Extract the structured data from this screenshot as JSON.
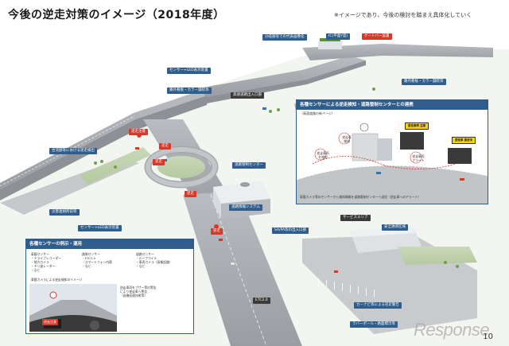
{
  "header": {
    "title": "今後の逆走対策のイメージ（2018年度）",
    "note": "※イメージであり、今後の検討を踏まえ具体化していく"
  },
  "labels": {
    "split_point": "分岐部等での代表画像化",
    "ic_entrance": "IC(平面Y型)",
    "gate_bar": "ゲートバー設置",
    "sensor_led_top": "センサー+LED表示装置",
    "lane_color": "路外看板・カラー舗装等",
    "lane_control": "高速道路出入口部",
    "lane_color2": "路内看板・カラー舗装等",
    "wrong_way_1": "逆走注意",
    "wrong_way_2": "逆走",
    "wrong_way_3": "逆走",
    "wrong_way_4": "逆走",
    "wrong_way_5": "逆走",
    "merge_warning": "合流部等における逆走検出",
    "road_center": "道路管制センター",
    "road_system": "道路情報システム",
    "sa_area": "SA/PA等の出入口部",
    "safety_area": "安全誘導区域",
    "led_sign": "サービスエリア",
    "etc": "ETC2.0",
    "car_navi": "カーナビ等による逆走警告",
    "parking_sign": "ラバーポール・路面標示等",
    "toll_sensor": "センサー+LED表示装置",
    "accident_area": "災害連絡所前等"
  },
  "panel_right": {
    "title": "各種センサーによる逆走検知・道路管制センターとの連携",
    "subtitle": "（高速道路の新ページ）",
    "note": "車載カメラ等のセンサーから検知情報を道路管制センターへ送信（逆走車へのアラート）",
    "sign1": "逆走車両\n注意",
    "sign2": "逆走車\n接近中",
    "sign3": "逆走注意",
    "detect1": "逆走車両\nを検知",
    "detect2": "逆走車両\nアラート",
    "detect3": "逆走車\n検知"
  },
  "panel_left": {
    "title": "各種センサーの例示・運用",
    "col1": "車載センサー\n・ドライブレコーダー\n・前方カメラ\n・ミリ波レーダー\n・など",
    "col2": "路側センサー\n・ETC2.0\n・スマートフォン内蔵\n・など",
    "col3": "道路センサー\n・ループコイル\n・車両カメラ（画像認識）\n・など",
    "caption": "車載カメラによる逆走検知のイメージ",
    "caption2": "逆走車両をブザー等の警告\nにより逆走車へ警告\n（画像処理技術等）",
    "badge": "逆走注意"
  },
  "page_number": "10",
  "watermark": "Response"
}
